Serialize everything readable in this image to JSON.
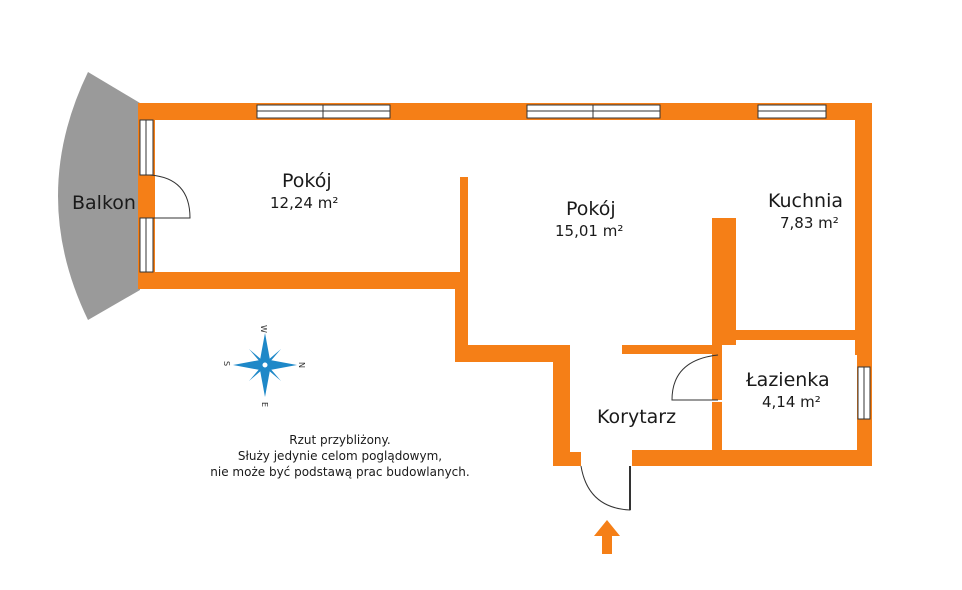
{
  "colors": {
    "wall": "#f57f17",
    "balcony": "#9a9a9a",
    "compass": "#1e88c8",
    "arrow": "#f57f17"
  },
  "rooms": [
    {
      "name": "Pokój",
      "area": "12,24 m²"
    },
    {
      "name": "Pokój",
      "area": "15,01 m²"
    },
    {
      "name": "Kuchnia",
      "area": "7,83 m²"
    },
    {
      "name": "Łazienka",
      "area": "4,14 m²"
    }
  ],
  "corridor": {
    "name": "Korytarz"
  },
  "balcony": {
    "name": "Balkon"
  },
  "compass": {
    "n": "N",
    "s": "S",
    "e": "E",
    "w": "W",
    "icon": "compass-rose-icon"
  },
  "entrance": {
    "icon": "entrance-arrow-icon"
  },
  "note": {
    "line1": "Rzut przybliżony.",
    "line2": "Służy jedynie celom poglądowym,",
    "line3": "nie może być podstawą prac budowlanych."
  }
}
